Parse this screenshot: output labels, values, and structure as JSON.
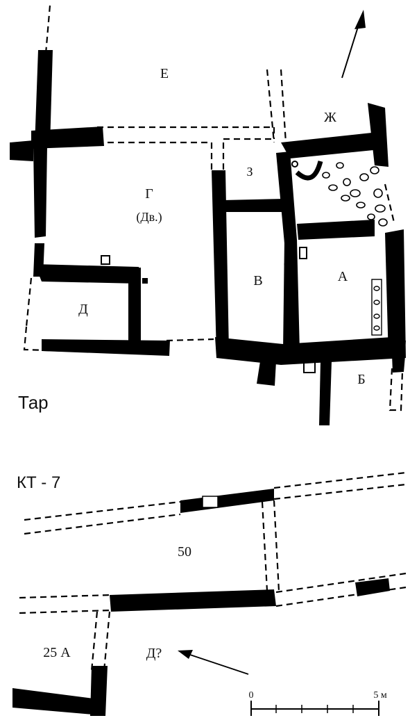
{
  "site_label": "Тар",
  "section_label": "КТ - 7",
  "rooms": {
    "e": "Е",
    "zh": "Ж",
    "z": "З",
    "g": "Г",
    "g_note": "(Дв.)",
    "d": "Д",
    "v": "В",
    "a": "А",
    "b": "Б",
    "r50": "50",
    "r25a": "25 А",
    "dq": "Д?"
  },
  "scale": {
    "start": "0",
    "end": "5 м"
  }
}
